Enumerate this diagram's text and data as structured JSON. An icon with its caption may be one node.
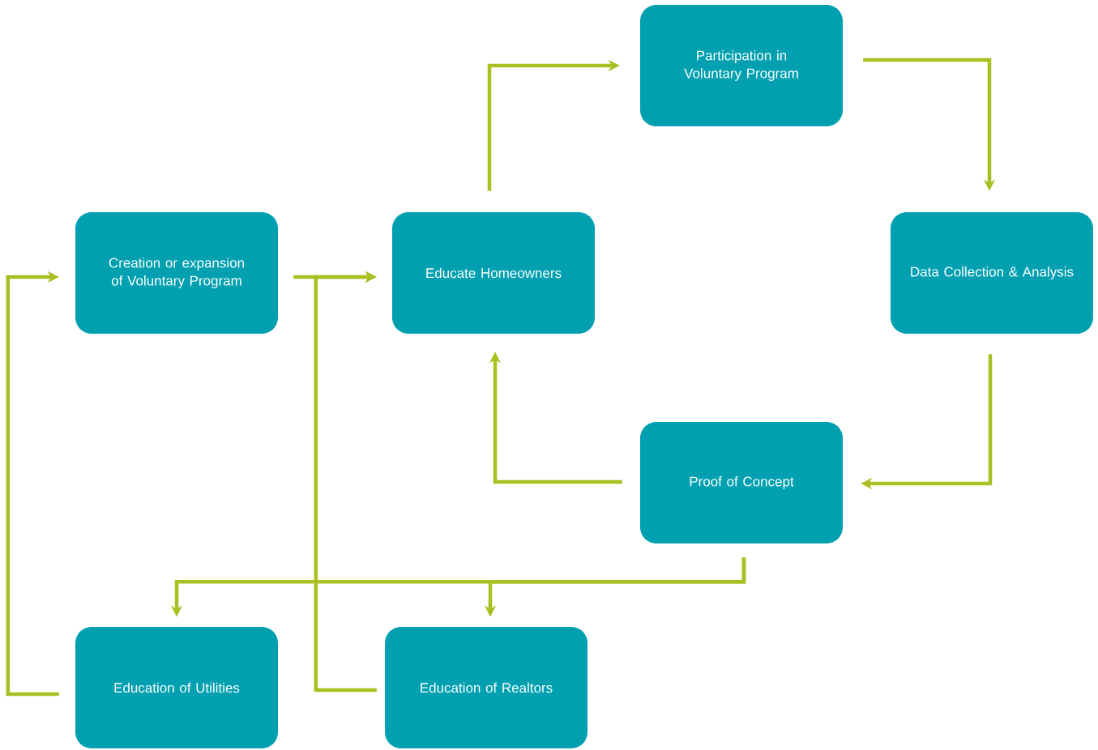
{
  "diagram": {
    "nodes": [
      {
        "text": [
          "Creation or expansion of Voluntary Program"
        ]
      },
      {
        "text": [
          "Educate Homeowners"
        ]
      },
      {
        "text": [
          "Participation in Voluntary Program"
        ]
      },
      {
        "text": [
          "Data Collection & Analysis"
        ]
      },
      {
        "text": [
          "Proof of Concept"
        ]
      },
      {
        "text": [
          "Education of Utilities"
        ]
      },
      {
        "text": [
          "Education of Realtors"
        ]
      }
    ],
    "edges": [
      {
        "from": 0,
        "to": 1,
        "arrow": "to"
      },
      {
        "from": 1,
        "to": 2,
        "arrow": "to"
      },
      {
        "from": 2,
        "to": 3,
        "arrow": "to"
      },
      {
        "from": 3,
        "to": 4,
        "arrow": "to"
      },
      {
        "from": 4,
        "to": 1,
        "arrow": "to"
      },
      {
        "from": 4,
        "to": 5,
        "arrow": "to"
      },
      {
        "from": 4,
        "to": 6,
        "arrow": "to"
      },
      {
        "from": 5,
        "to": 0,
        "arrow": "to"
      },
      {
        "from": 6,
        "to": 1,
        "arrow": "to"
      }
    ]
  }
}
